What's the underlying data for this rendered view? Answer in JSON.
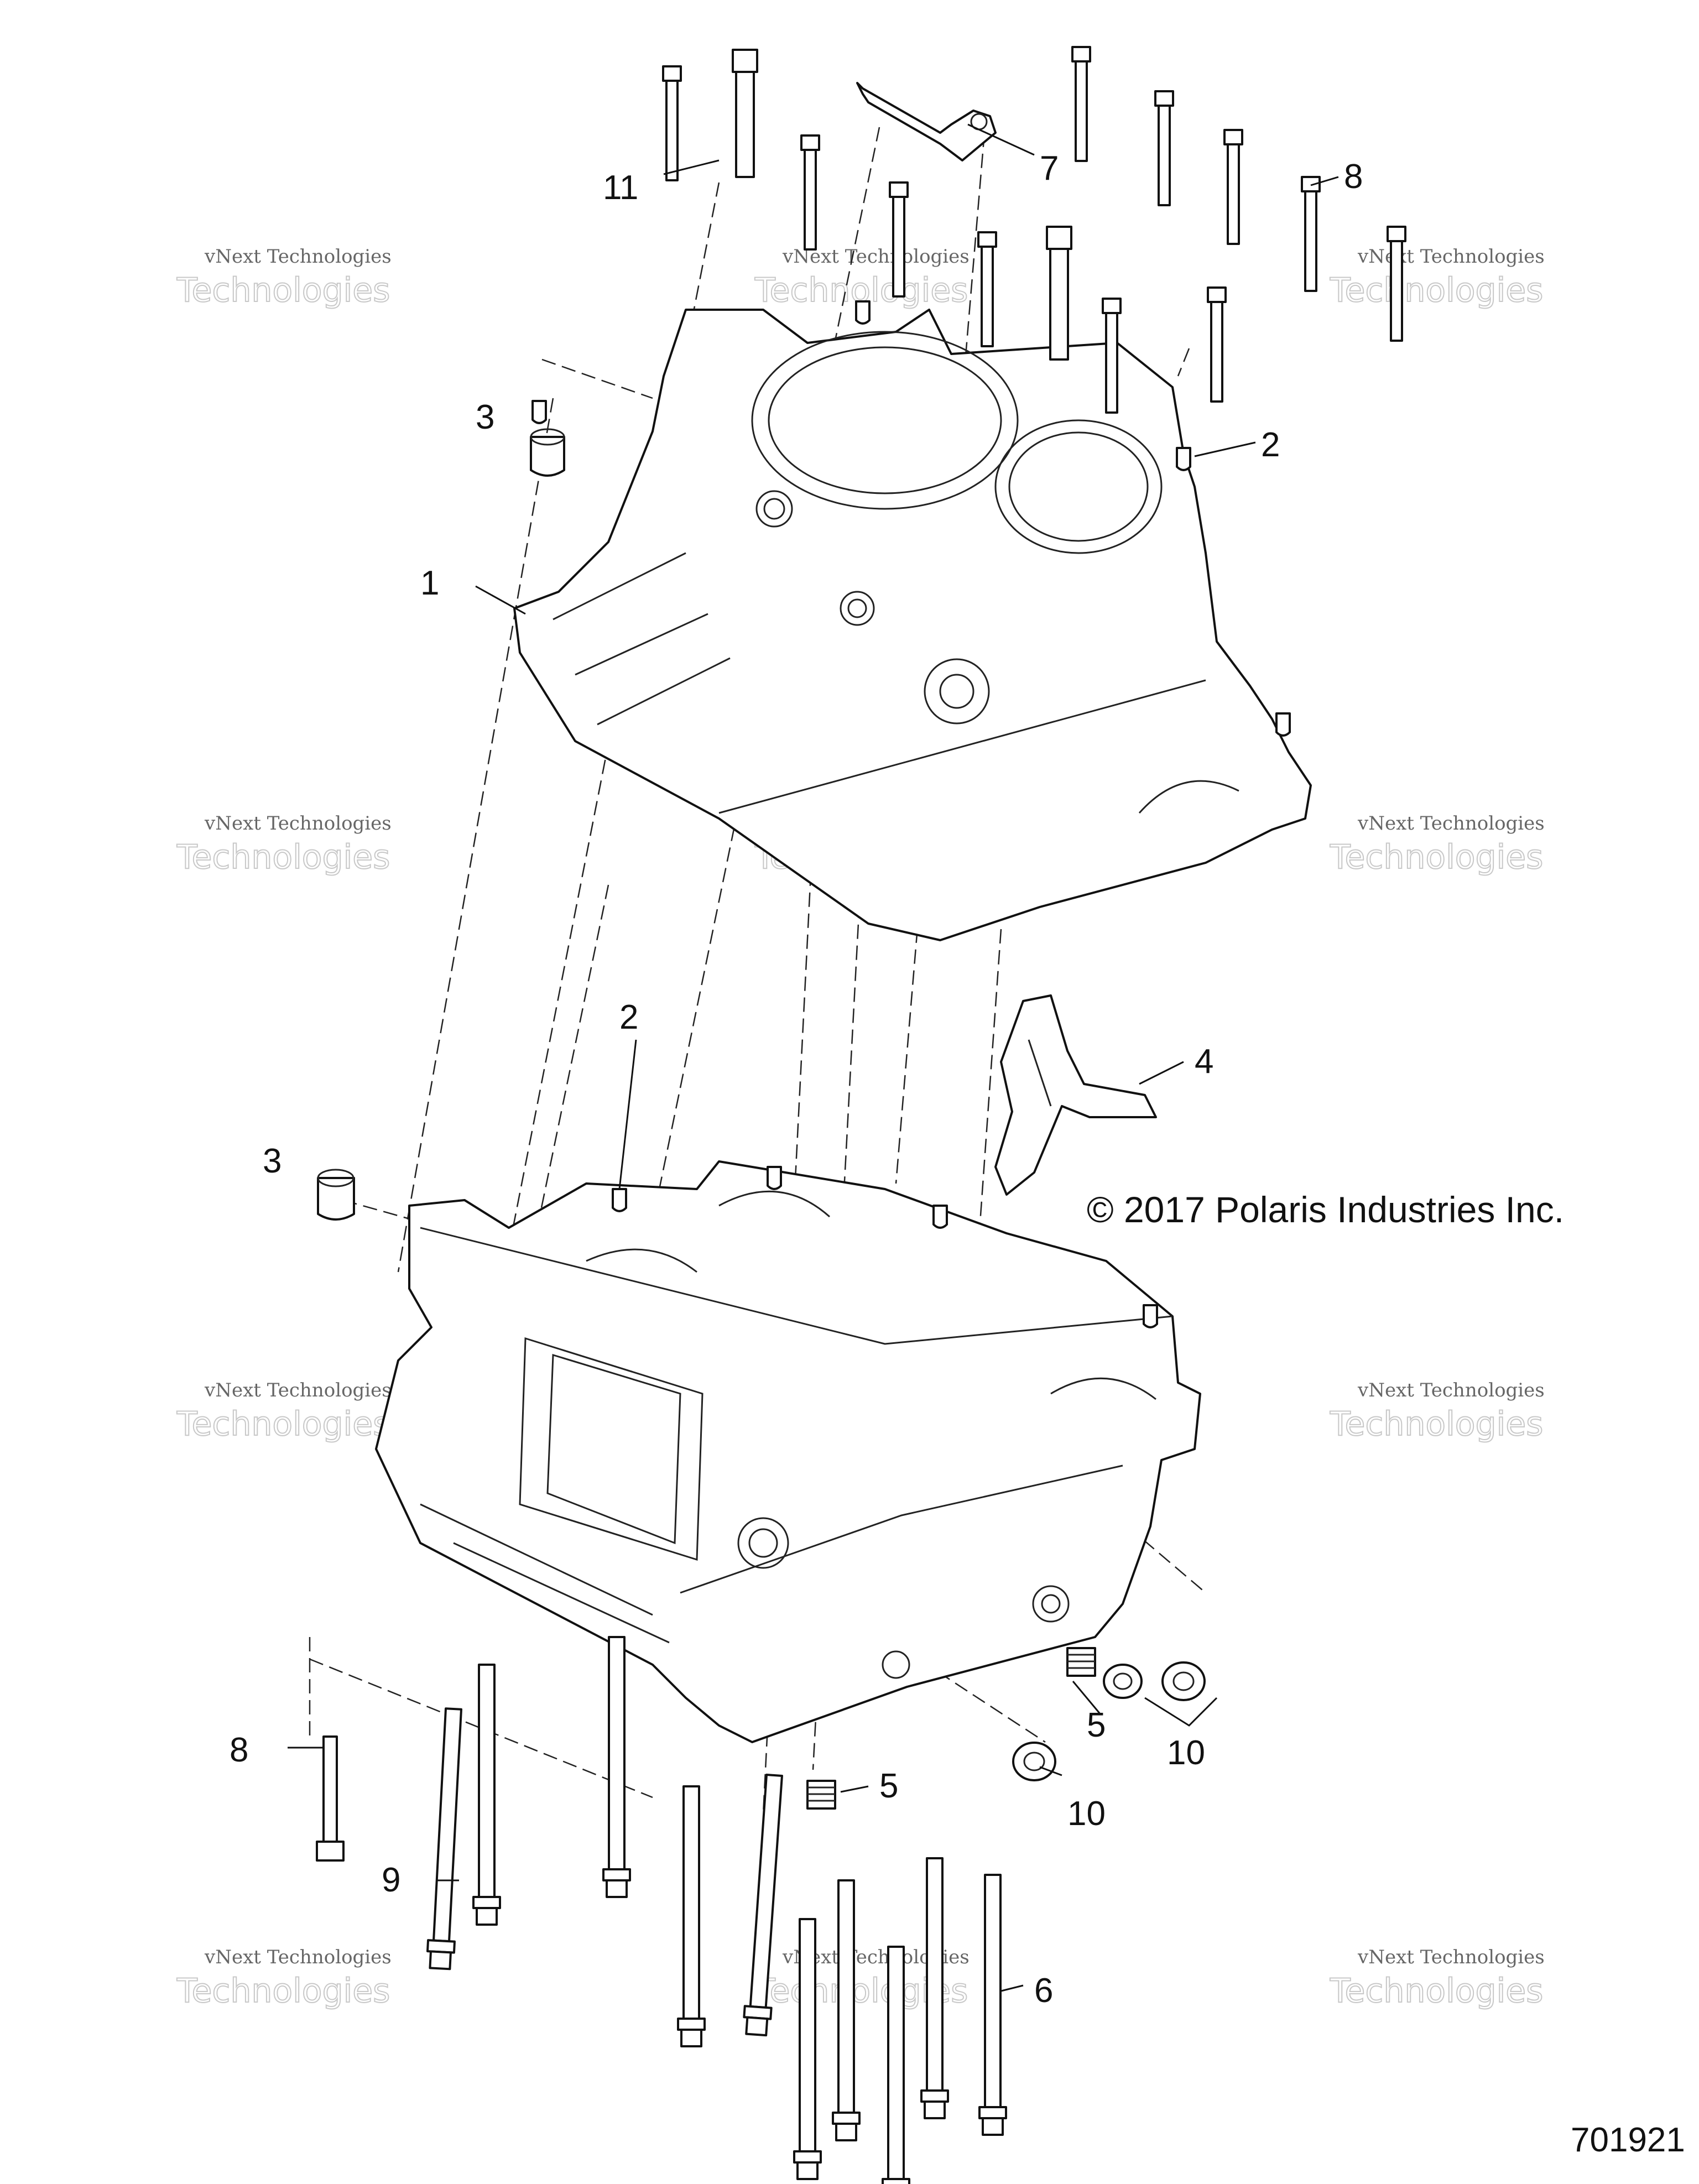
{
  "copyright": "© 2017 Polaris Industries Inc.",
  "document_number": "701921",
  "watermark": {
    "line1": "vNext Technologies",
    "line2": "Technologies"
  },
  "callouts": {
    "c1": "1",
    "c2a": "2",
    "c2b": "2",
    "c3a": "3",
    "c3b": "3",
    "c4": "4",
    "c5a": "5",
    "c5b": "5",
    "c6": "6",
    "c7": "7",
    "c8a": "8",
    "c8b": "8",
    "c9": "9",
    "c10a": "10",
    "c10b": "10",
    "c11": "11"
  }
}
